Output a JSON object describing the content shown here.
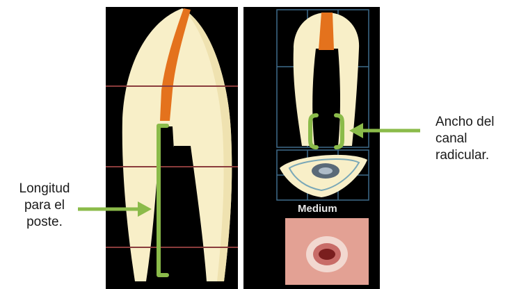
{
  "annotations": {
    "post_length": "Longitud\npara el\nposte.",
    "canal_width": "Ancho del\ncanal\nradicular."
  },
  "right_panel": {
    "size_label": "Medium"
  },
  "colors": {
    "background": "#000000",
    "tooth": "#f8efc8",
    "gutta_percha": "#e4721d",
    "guide_line": "#8a3c3c",
    "bracket": "#8bbb4a",
    "arrow": "#8bbb4a",
    "grid_lines": "#3f6c8c"
  }
}
